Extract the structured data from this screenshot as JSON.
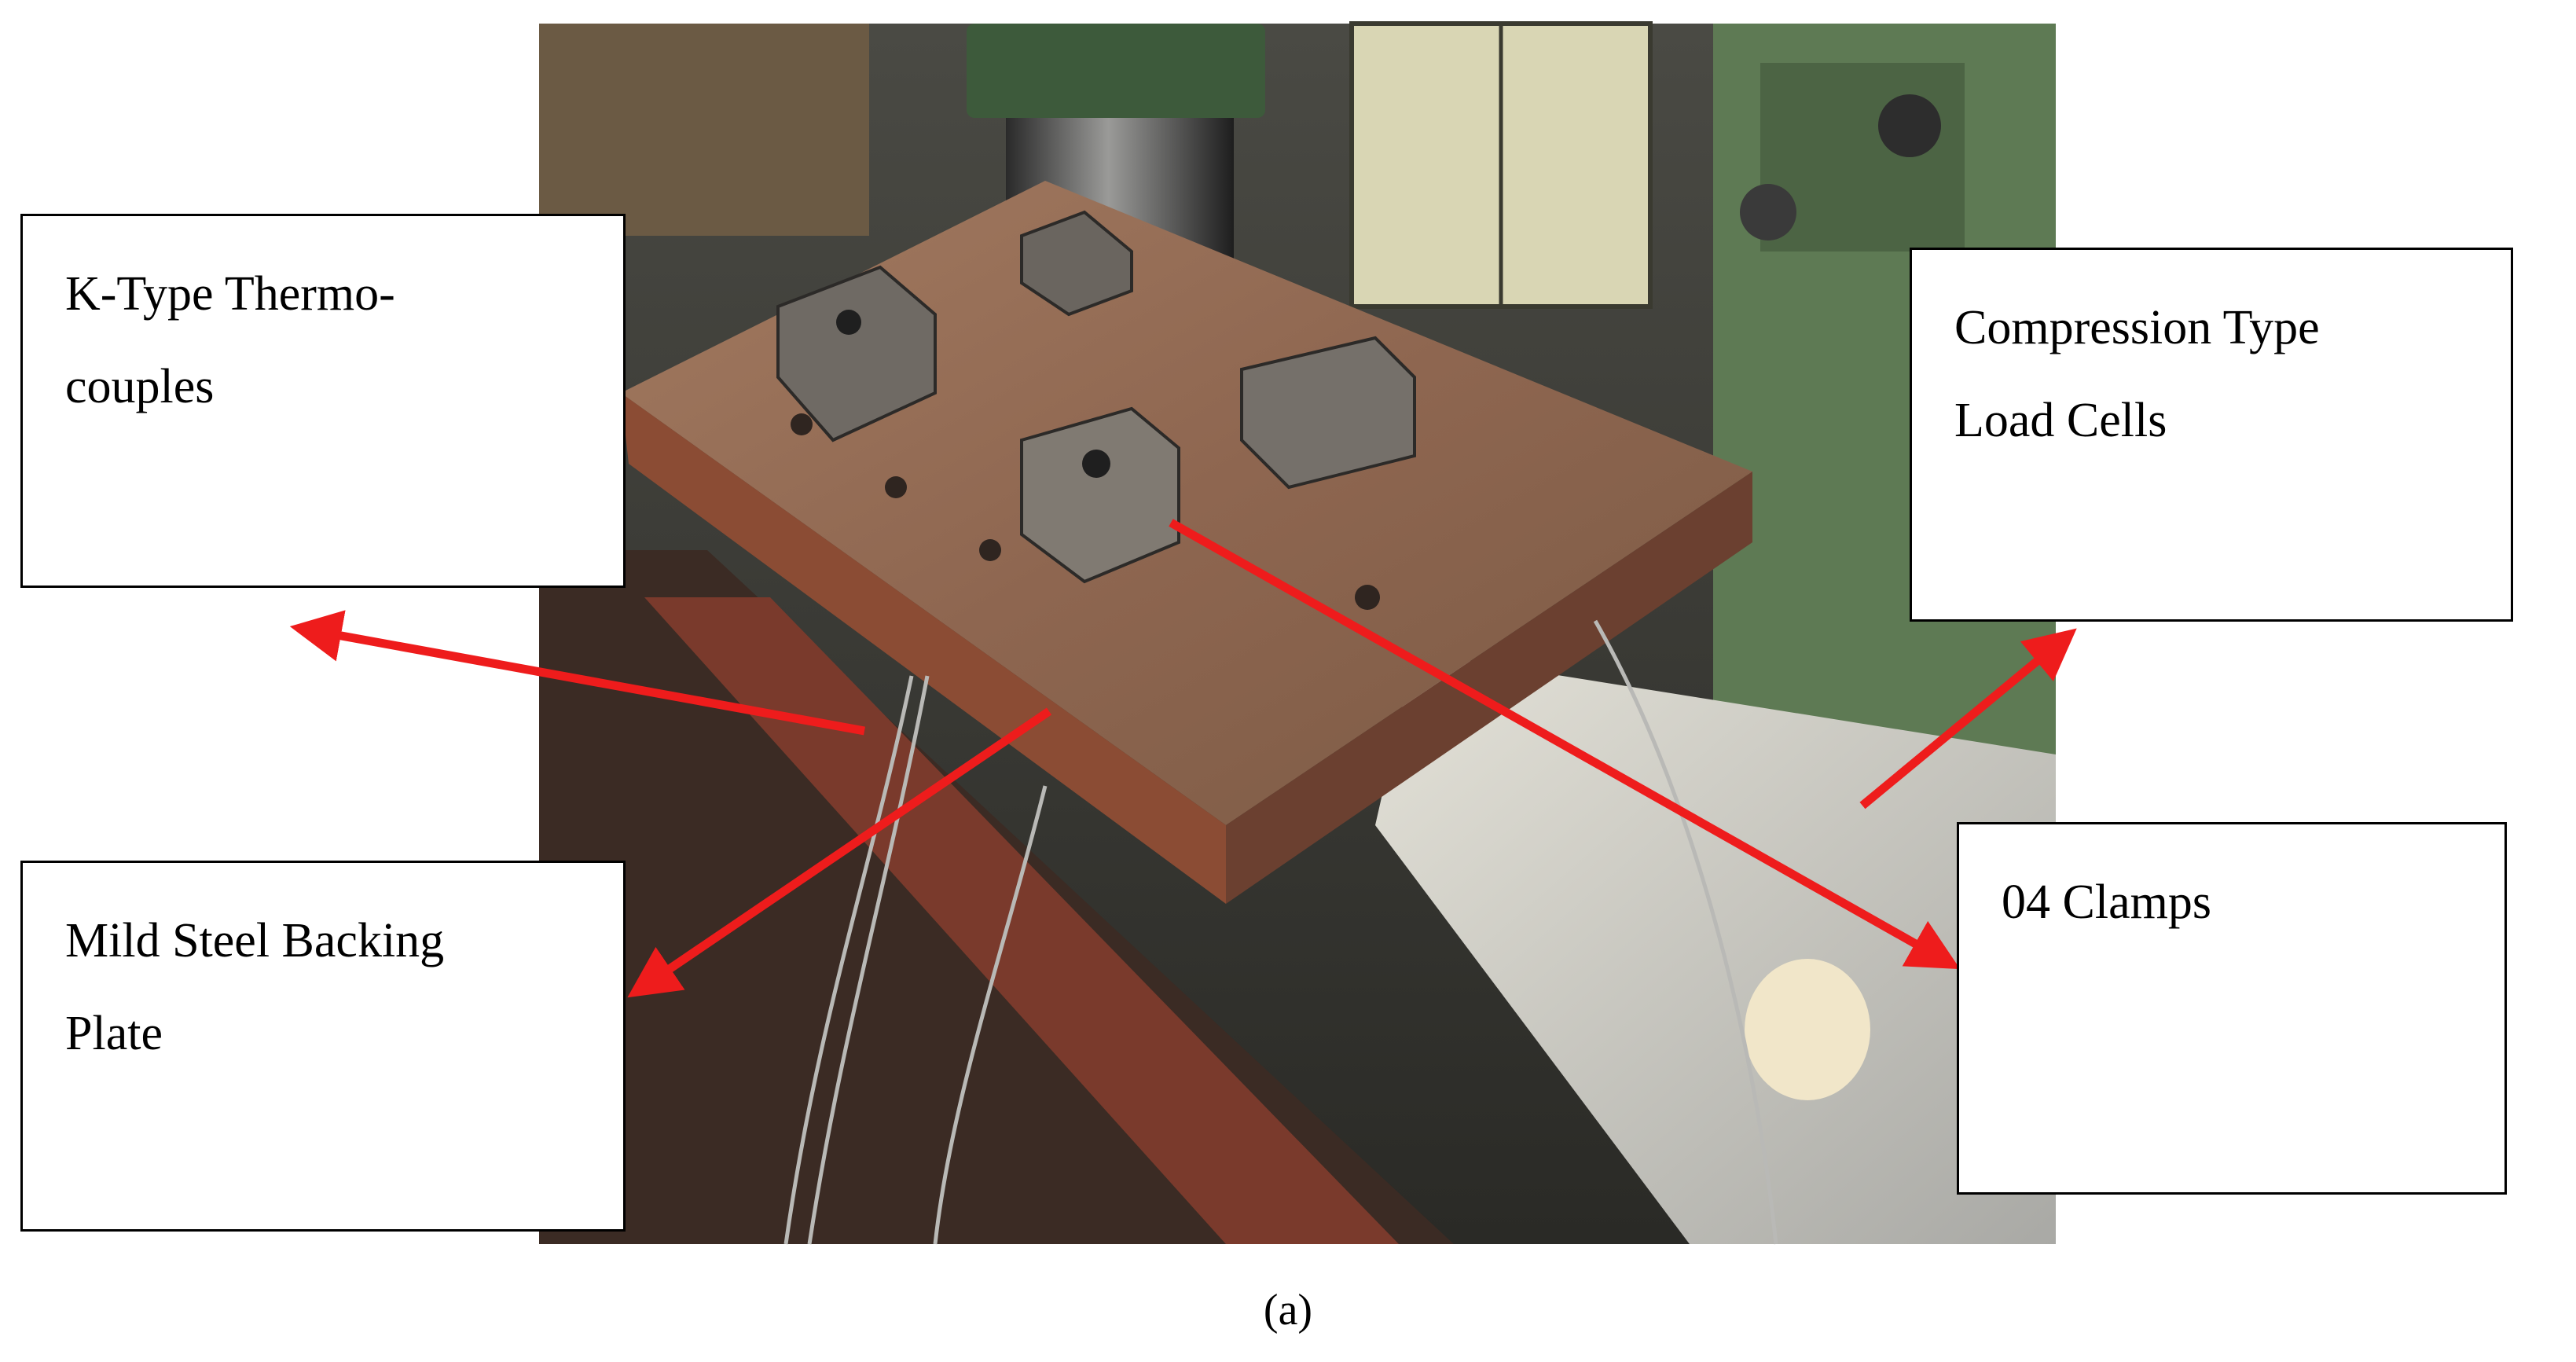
{
  "figure": {
    "caption": "(a)",
    "callouts": {
      "thermocouples": {
        "line1": "K-Type Thermo-",
        "line2": "couples"
      },
      "backing_plate": {
        "line1": "Mild Steel Backing",
        "line2": "Plate"
      },
      "load_cells": {
        "line1": "Compression Type",
        "line2": "Load Cells"
      },
      "clamps": {
        "line1": "04 Clamps"
      }
    }
  },
  "colors": {
    "arrow": "#ee1c1c",
    "backing_plate": "#8a5e45",
    "machine_green": "#5e7a54",
    "aluminium_block": "#c9c9c4"
  }
}
